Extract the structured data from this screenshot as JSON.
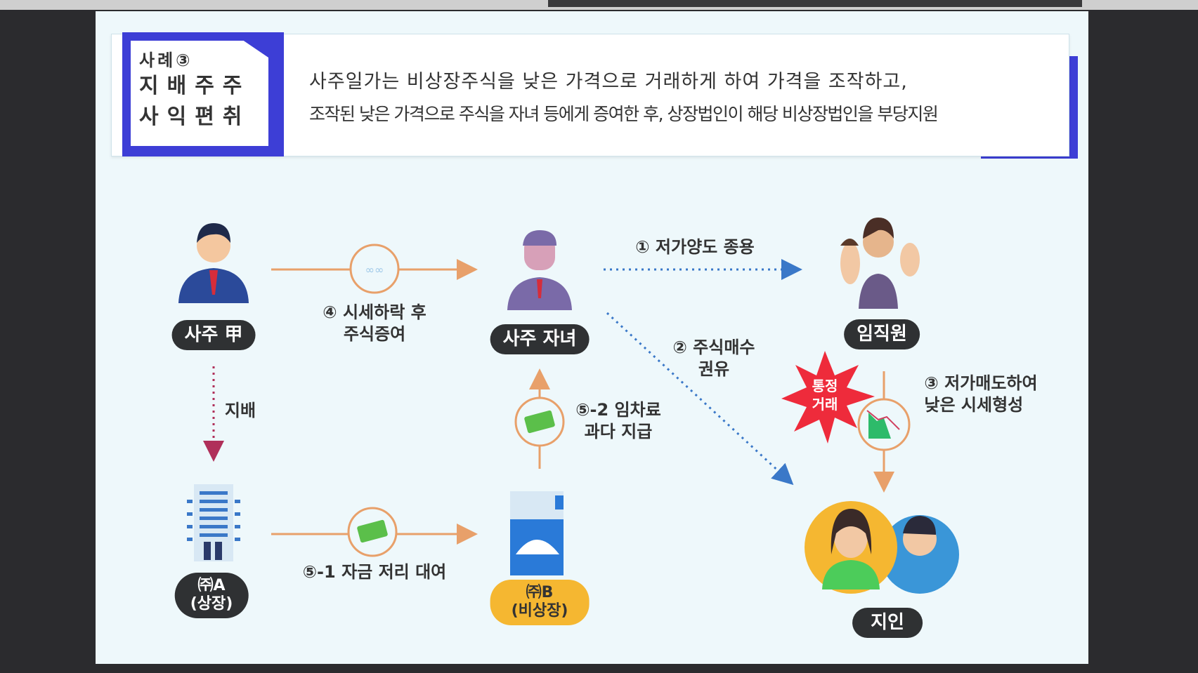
{
  "header": {
    "case_number": "사례③",
    "case_title_line1": "지배주주",
    "case_title_line2": "사익편취",
    "description_line1": "사주일가는 비상장주식을 낮은 가격으로 거래하게 하여 가격을 조작하고,",
    "description_line2": "조작된 낮은 가격으로 주식을 자녀 등에게 증여한 후, 상장법인이 해당 비상장법인을 부당지원"
  },
  "nodes": {
    "owner": "사주 甲",
    "child": "사주 자녀",
    "employees": "임직원",
    "acquaintances": "지인",
    "company_a_line1": "㈜A",
    "company_a_line2": "(상장)",
    "company_b_line1": "㈜B",
    "company_b_line2": "(비상장)"
  },
  "steps": {
    "step1": "① 저가양도 종용",
    "step2_line1": "② 주식매수",
    "step2_line2": "권유",
    "step3_line1": "③ 저가매도하여",
    "step3_line2": "낮은 시세형성",
    "step4_line1": "④ 시세하락 후",
    "step4_line2": "주식증여",
    "step5_1": "⑤-1 자금 저리 대여",
    "step5_2_line1": "⑤-2 임차료",
    "step5_2_line2": "과다 지급",
    "control": "지배",
    "collusion_line1": "통정",
    "collusion_line2": "거래"
  },
  "colors": {
    "accent": "#3d3ed6",
    "arrow": "#e8a06a",
    "dotted": "#3a78c8",
    "pill": "#2f3133",
    "yellow": "#f5b731",
    "burst": "#ee2b3b"
  }
}
